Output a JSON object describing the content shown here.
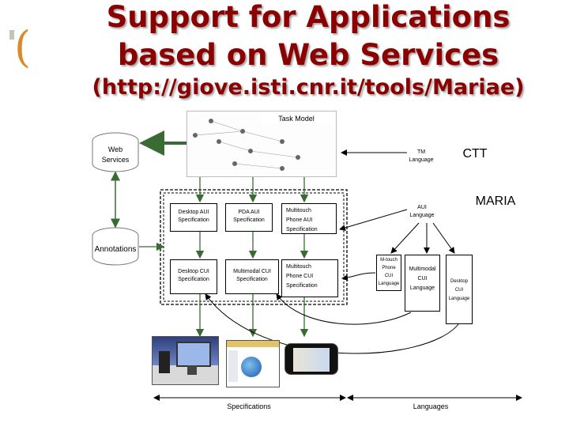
{
  "title": {
    "line1": "Support for Applications",
    "line2": "based on Web Services",
    "line3": "(http://giove.isti.cnr.it/tools/Mariae)"
  },
  "task_model": {
    "label": "Task Model"
  },
  "web_services": "Web\nServices",
  "annotations": "Annotations",
  "tm_language": "TM\nLanguage",
  "ctt": "CTT",
  "aui_language": "AUI\nLanguage",
  "maria": "MARIA",
  "aui_specs": [
    "Desktop AUI\nSpecification",
    "PDA AUI\nSpecification",
    "Multitouch\nPhone AUI\nSpecification"
  ],
  "cui_specs": [
    "Desktop CUI\nSpecification",
    "Multimodal CUI\nSpecification",
    "Multitouch\nPhone CUI\nSpecification"
  ],
  "cui_languages": [
    "M-touch\nPhone\nCUI\nLanguage",
    "Multimodal\nCUI\nLanguage",
    "Desktop\nCUI\nLanguage"
  ],
  "specifications": "Specifications",
  "languages": "Languages",
  "icons": [
    "desktop-screenshot",
    "web-page-screenshot",
    "multitouch-phone-screenshot"
  ],
  "colors": {
    "title": "#8b0000",
    "arrow_green": "#3a6b35",
    "accent": "#d98b2b"
  }
}
